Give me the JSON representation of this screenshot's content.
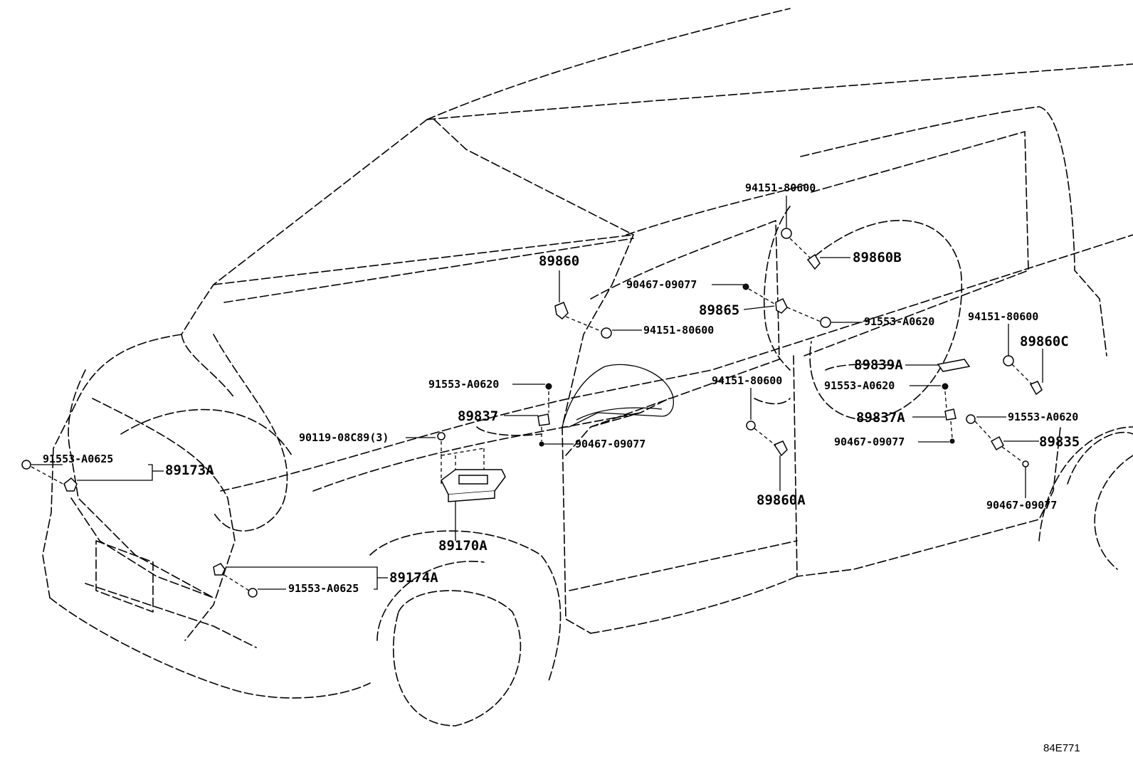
{
  "diagram_code": "84E771",
  "parts": {
    "p89173A": "89173A",
    "p89174A": "89174A",
    "p89170A": "89170A",
    "p89837": "89837",
    "p89860": "89860",
    "p89865": "89865",
    "p89860B": "89860B",
    "p89860A": "89860A",
    "p89839A": "89839A",
    "p89837A": "89837A",
    "p89860C": "89860C",
    "p89835": "89835"
  },
  "fasteners": {
    "f91553_A0625_a": "91553-A0625",
    "f91553_A0625_b": "91553-A0625",
    "f90119_08C89": "90119-08C89(3)",
    "f91553_A0620_a": "91553-A0620",
    "f90467_09077_a": "90467-09077",
    "f94151_80600_a": "94151-80600",
    "f90467_09077_b": "90467-09077",
    "f94151_80600_b": "94151-80600",
    "f91553_A0620_b": "91553-A0620",
    "f94151_80600_c": "94151-80600",
    "f91553_A0620_c": "91553-A0620",
    "f90467_09077_c": "90467-09077",
    "f94151_80600_d": "94151-80600",
    "f91553_A0620_d": "91553-A0620",
    "f90467_09077_d": "90467-09077"
  }
}
